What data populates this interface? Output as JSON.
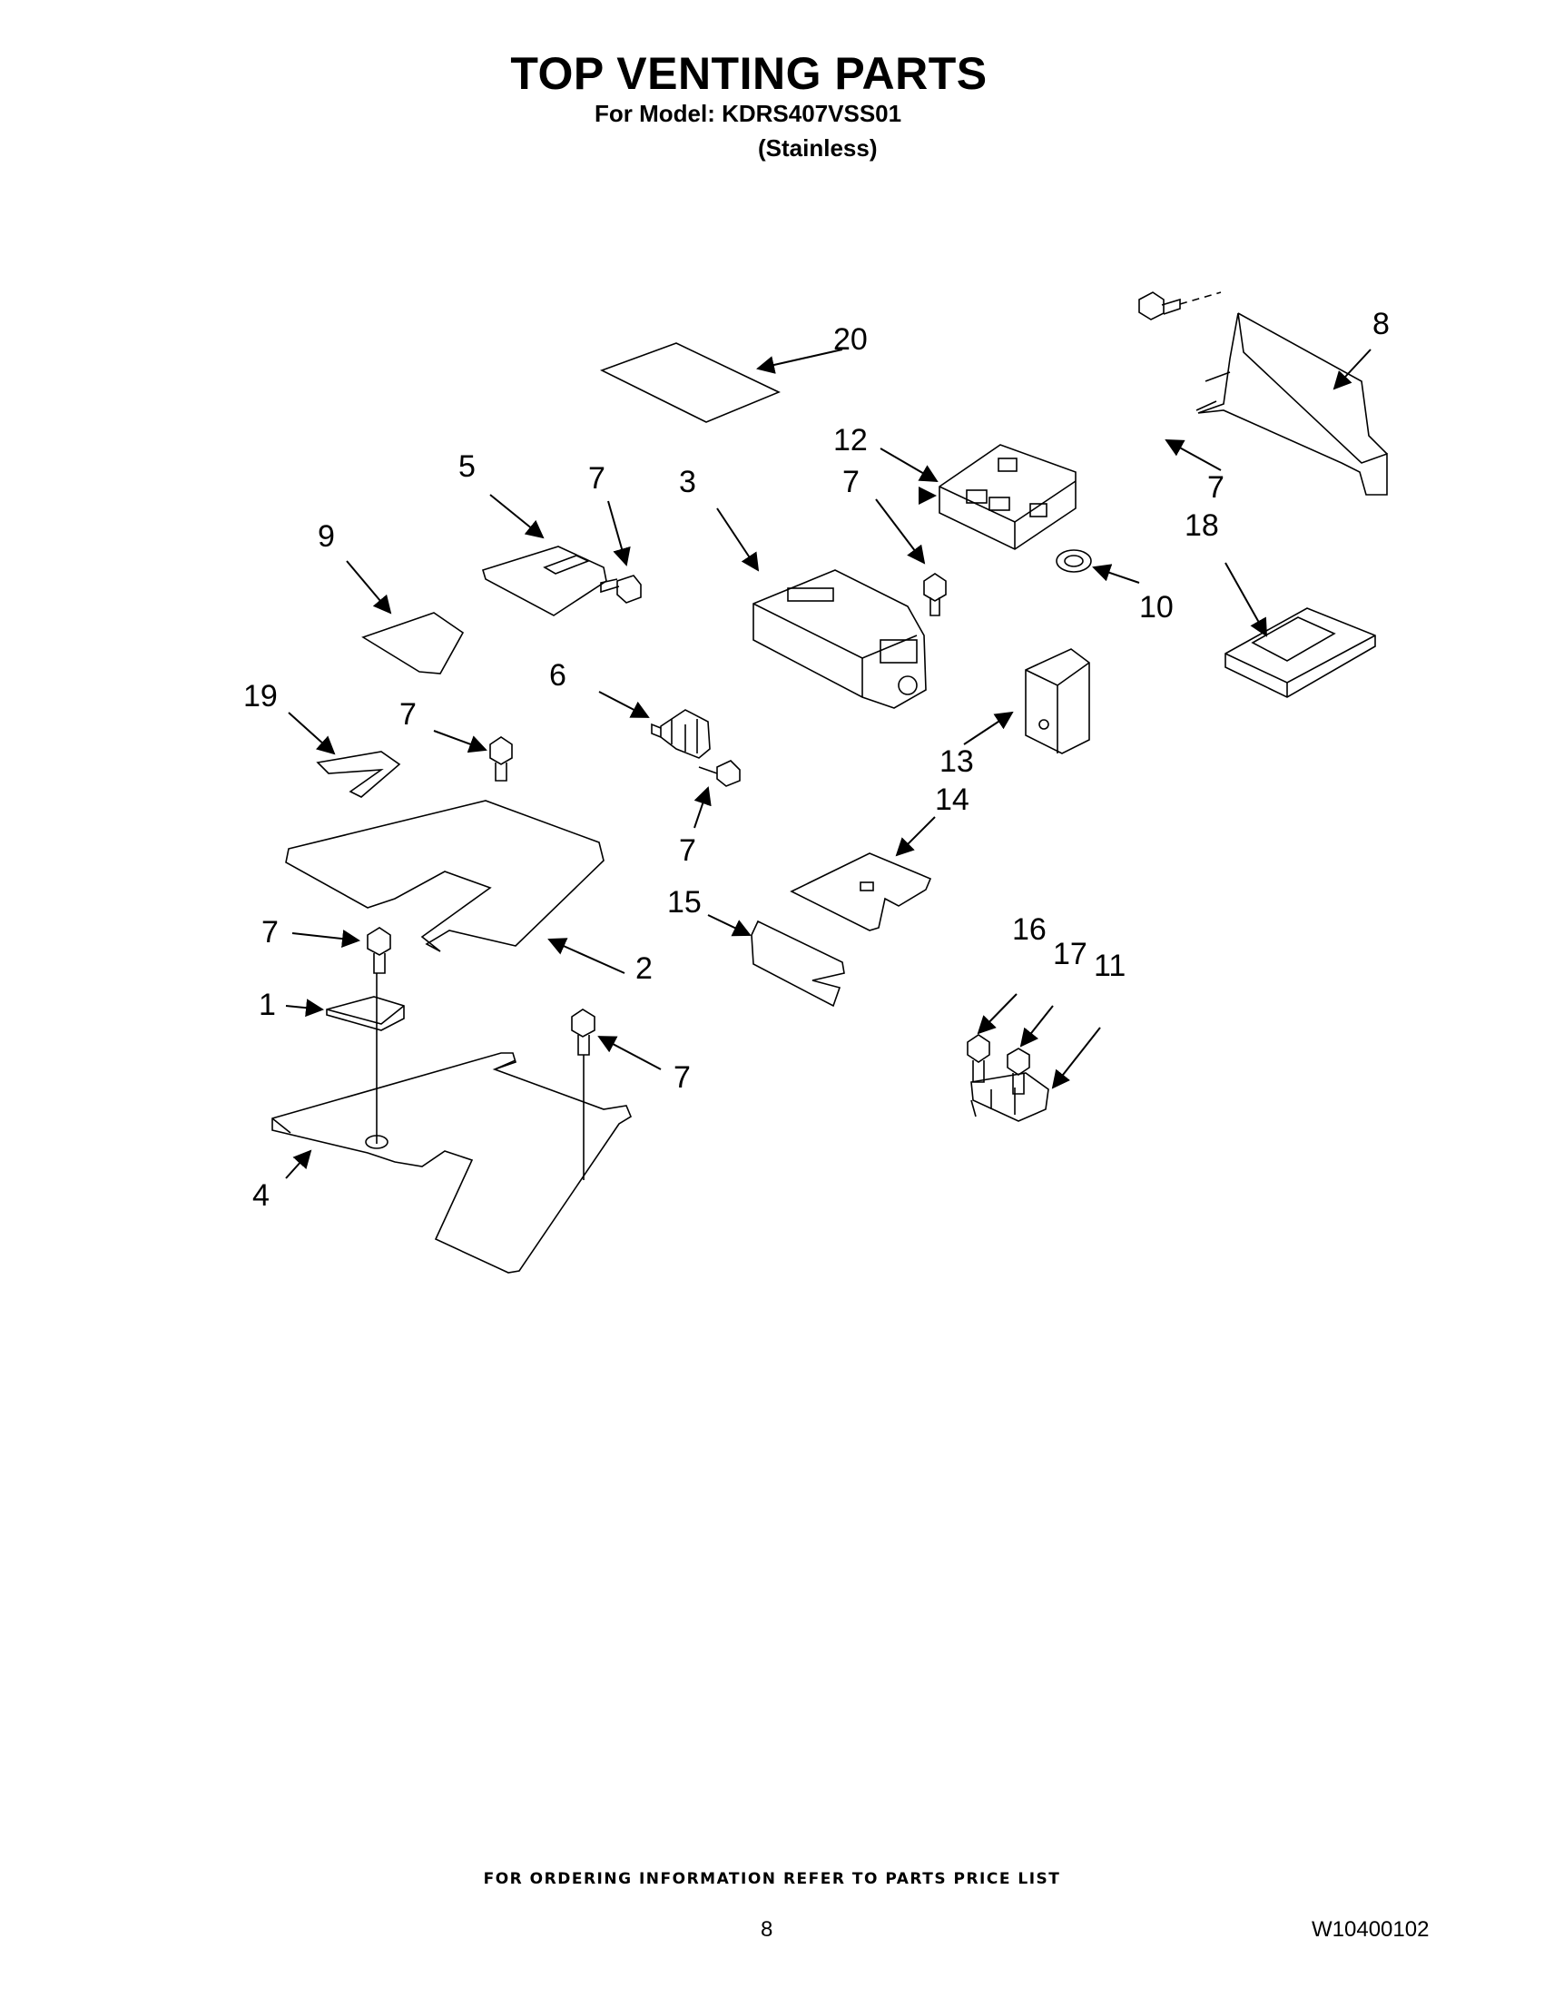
{
  "header": {
    "title": "TOP VENTING PARTS",
    "model_line": "For Model: KDRS407VSS01",
    "variant": "(Stainless)"
  },
  "callouts": [
    "1",
    "2",
    "3",
    "4",
    "5",
    "6",
    "7",
    "8",
    "9",
    "10",
    "11",
    "12",
    "13",
    "14",
    "15",
    "16",
    "17",
    "18",
    "19",
    "20"
  ],
  "footer": {
    "ordering_note": "FOR ORDERING INFORMATION REFER TO PARTS PRICE LIST",
    "page_number": "8",
    "document_number": "W10400102"
  }
}
